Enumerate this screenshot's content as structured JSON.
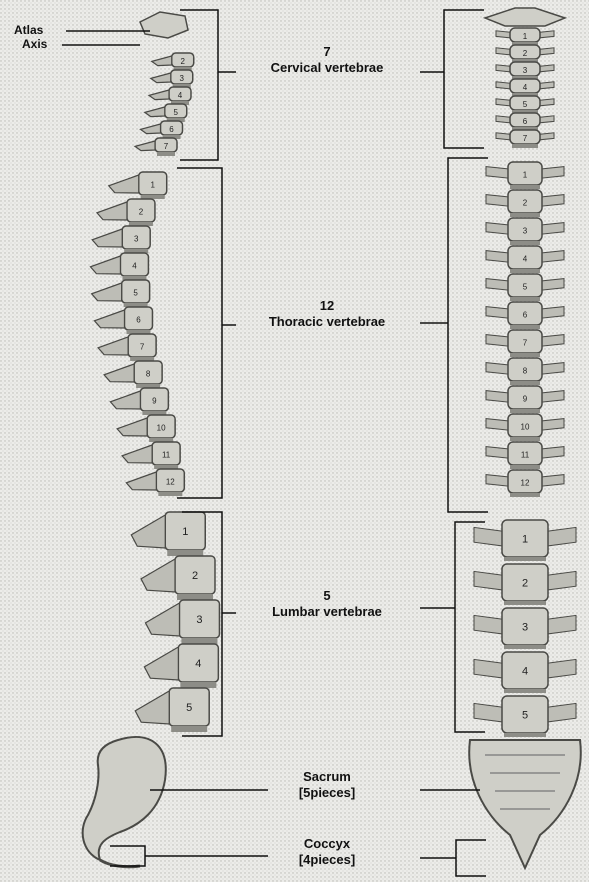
{
  "labels": {
    "atlas": "Atlas",
    "axis": "Axis",
    "cervical_count": "7",
    "cervical_name": "Cervical vertebrae",
    "thoracic_count": "12",
    "thoracic_name": "Thoracic vertebrae",
    "lumbar_count": "5",
    "lumbar_name": "Lumbar vertebrae",
    "sacrum_name": "Sacrum",
    "sacrum_pieces": "[5pieces]",
    "coccyx_name": "Coccyx",
    "coccyx_pieces": "[4pieces]"
  },
  "vertebra_numbers": {
    "cervical": [
      "1",
      "2",
      "3",
      "4",
      "5",
      "6",
      "7"
    ],
    "thoracic": [
      "1",
      "2",
      "3",
      "4",
      "5",
      "6",
      "7",
      "8",
      "9",
      "10",
      "11",
      "12"
    ],
    "lumbar": [
      "1",
      "2",
      "3",
      "4",
      "5"
    ]
  },
  "colors": {
    "background": "#e9e9e6",
    "bone": "#cfcfc8",
    "bone_dark": "#4a4a46",
    "line": "#111111"
  }
}
